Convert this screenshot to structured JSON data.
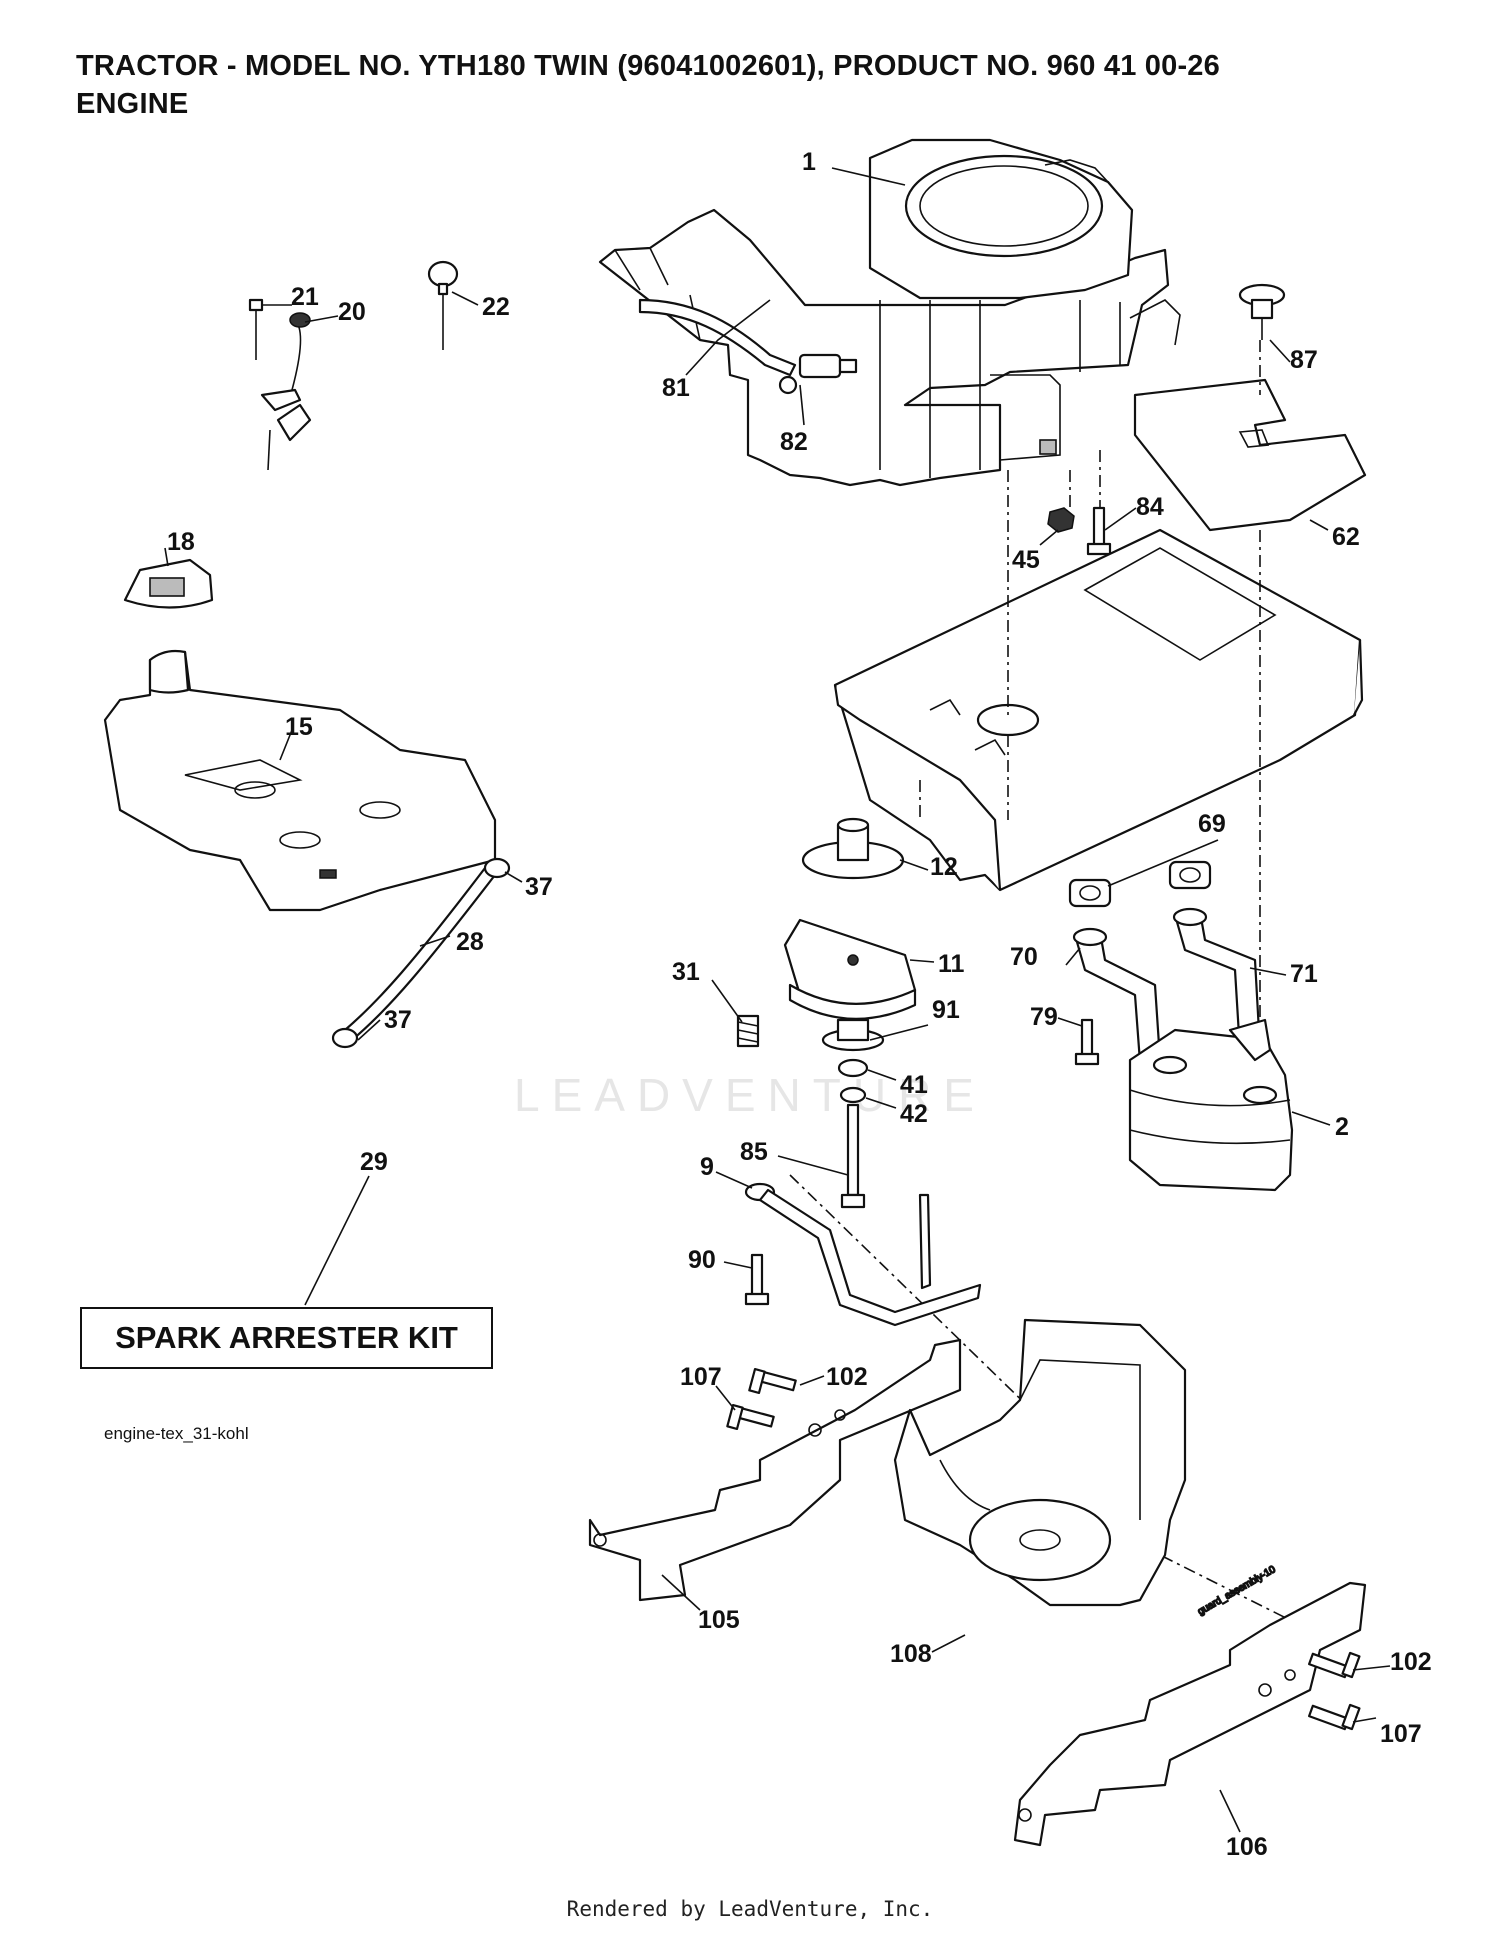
{
  "header": {
    "title_line1": "TRACTOR - MODEL NO. YTH180 TWIN (96041002601), PRODUCT NO. 960 41 00-26",
    "title_line2": "ENGINE"
  },
  "kit_box": {
    "label": "SPARK ARRESTER KIT"
  },
  "reference_code": "engine-tex_31-kohl",
  "watermark": "LEADVENTURE",
  "footer": "Rendered by LeadVenture, Inc.",
  "callouts": {
    "c1": "1",
    "c81": "81",
    "c82": "82",
    "c87": "87",
    "c62": "62",
    "c84": "84",
    "c45": "45",
    "c21": "21",
    "c20": "20",
    "c22": "22",
    "c18": "18",
    "c15": "15",
    "c37a": "37",
    "c28": "28",
    "c37b": "37",
    "c12": "12",
    "c11": "11",
    "c31": "31",
    "c91": "91",
    "c41": "41",
    "c42": "42",
    "c85": "85",
    "c9": "9",
    "c90": "90",
    "c69": "69",
    "c70": "70",
    "c71": "71",
    "c79": "79",
    "c2": "2",
    "c29": "29",
    "c107a": "107",
    "c102a": "102",
    "c105": "105",
    "c108": "108",
    "c102b": "102",
    "c107b": "107",
    "c106": "106"
  },
  "inline_label": "guard_assembly-10"
}
